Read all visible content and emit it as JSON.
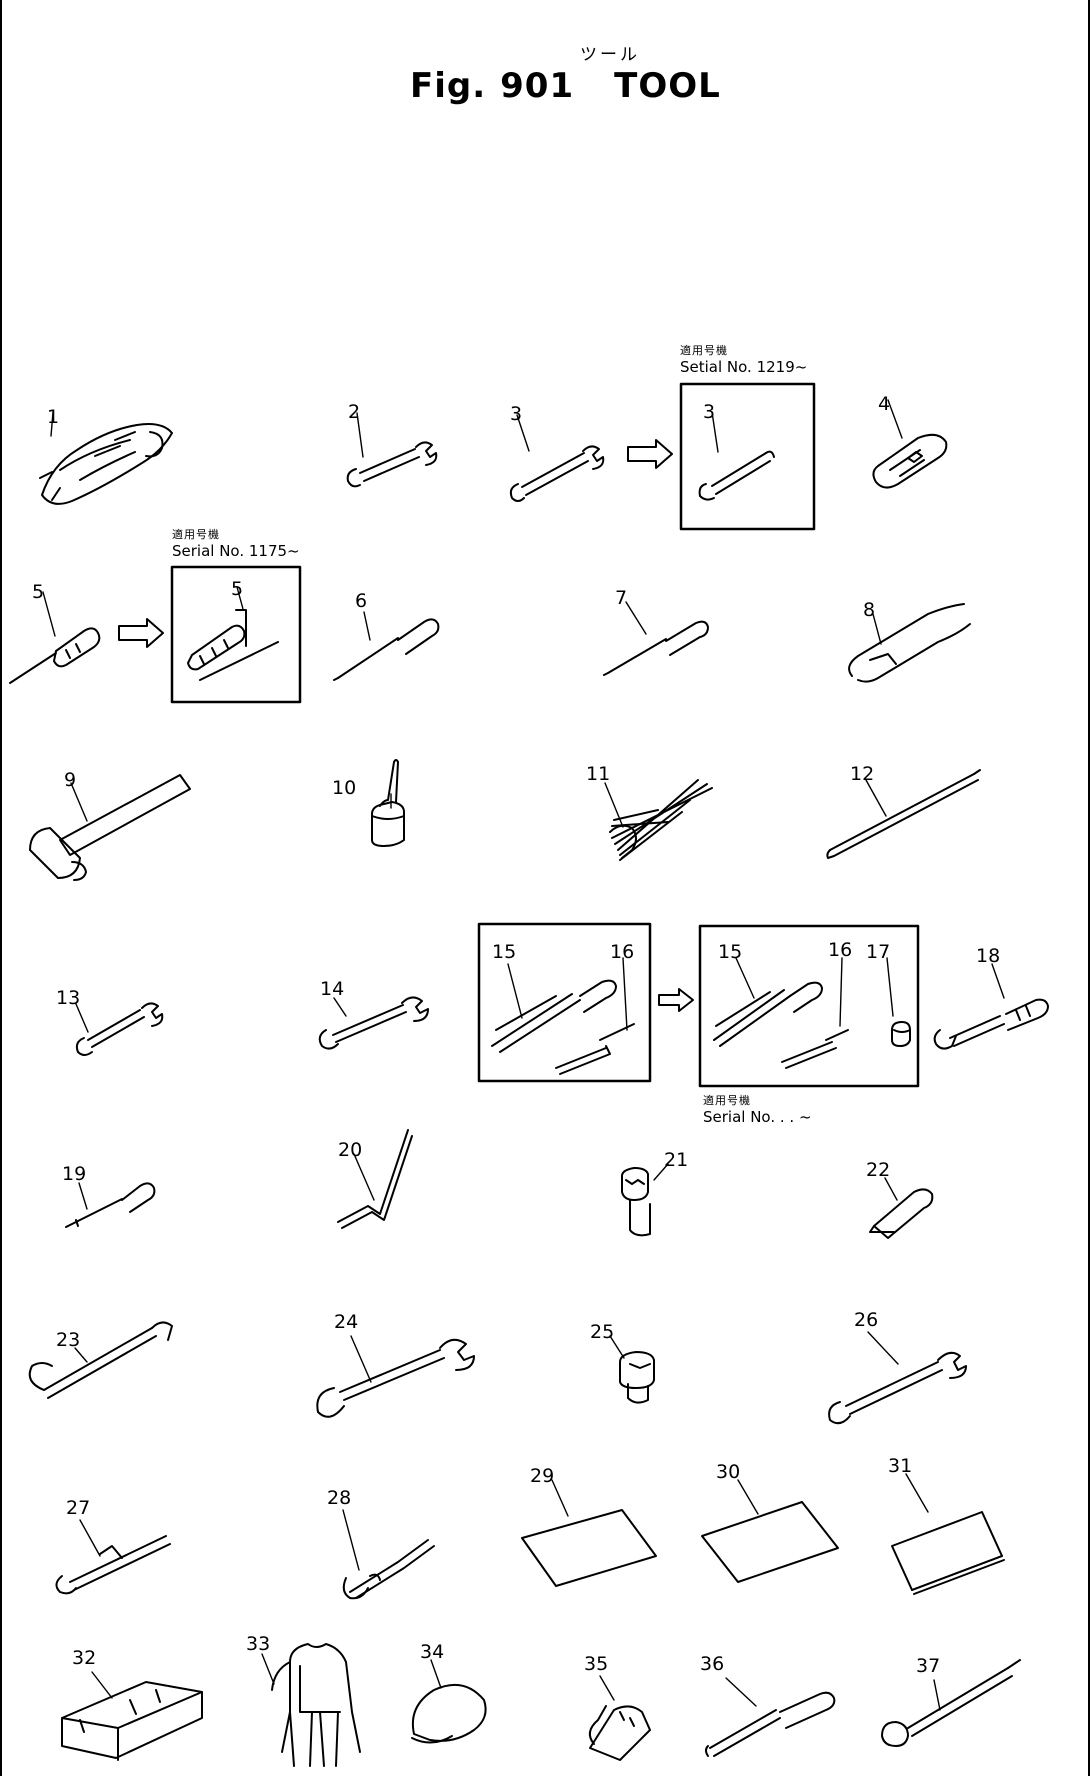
{
  "title": {
    "katakana": "ツール",
    "fig": "Fig.",
    "number": "901",
    "name": "TOOL"
  },
  "serial_notes": [
    {
      "jp": "適用号機",
      "text": "Setial No. 1219~"
    },
    {
      "jp": "適用号機",
      "text": "Serial No. 1175~"
    },
    {
      "jp": "適用号機",
      "text": "Serial No.  . . ~"
    }
  ],
  "callouts": [
    "1",
    "2",
    "3",
    "3",
    "4",
    "5",
    "5",
    "6",
    "7",
    "8",
    "9",
    "10",
    "11",
    "12",
    "13",
    "14",
    "15",
    "16",
    "15",
    "16",
    "17",
    "18",
    "19",
    "20",
    "21",
    "22",
    "23",
    "24",
    "25",
    "26",
    "27",
    "28",
    "29",
    "30",
    "31",
    "32",
    "33",
    "34",
    "35",
    "36",
    "37"
  ]
}
